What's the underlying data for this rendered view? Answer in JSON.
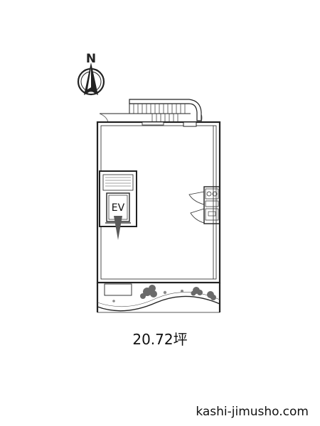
{
  "compass": {
    "label": "N"
  },
  "elevator": {
    "label": "EV"
  },
  "floor_area": {
    "label": "20.72坪"
  },
  "site": {
    "watermark": "kashi-jimusho.com"
  },
  "colors": {
    "line": "#222222",
    "tree": "#6a6a6a",
    "arrow": "#555555"
  }
}
